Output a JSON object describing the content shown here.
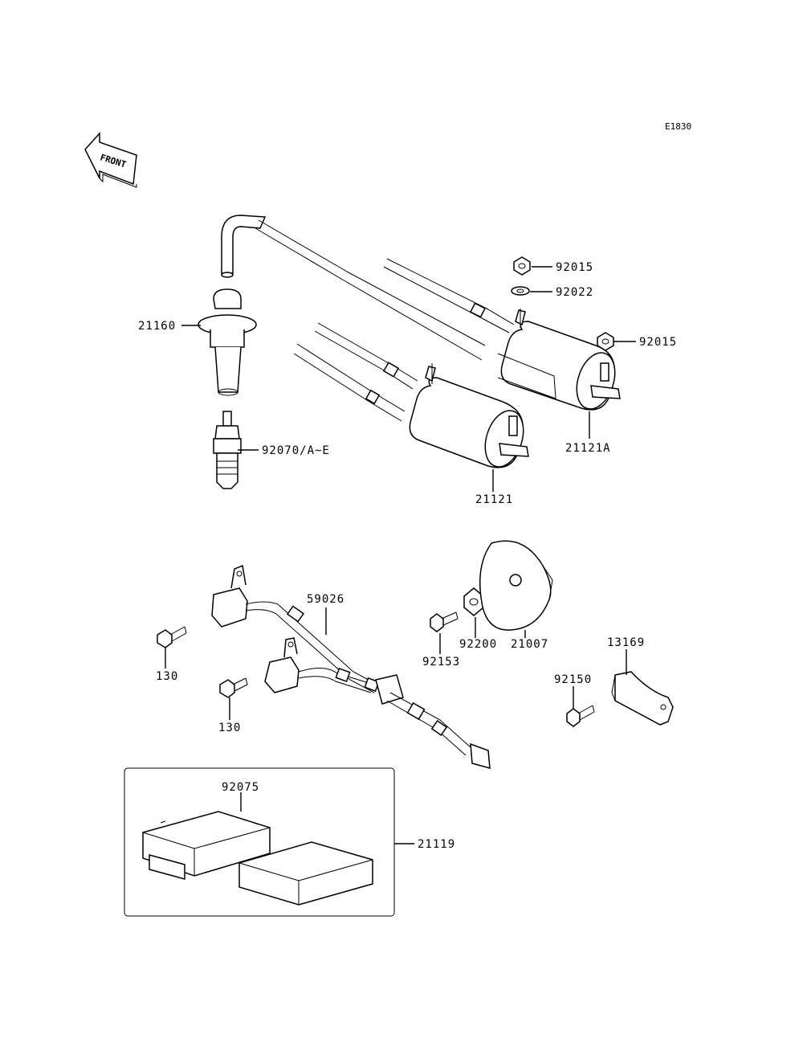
{
  "diagram_code": "E1830",
  "front_label": "FRONT",
  "callouts": {
    "p21160": "21160",
    "p92070": "92070/A~E",
    "p92015a": "92015",
    "p92022": "92022",
    "p92015b": "92015",
    "p21121A": "21121A",
    "p21121": "21121",
    "p59026": "59026",
    "p130a": "130",
    "p130b": "130",
    "p92153": "92153",
    "p92200": "92200",
    "p21007": "21007",
    "p13169": "13169",
    "p92150": "92150",
    "p92075": "92075",
    "p21119": "21119"
  }
}
